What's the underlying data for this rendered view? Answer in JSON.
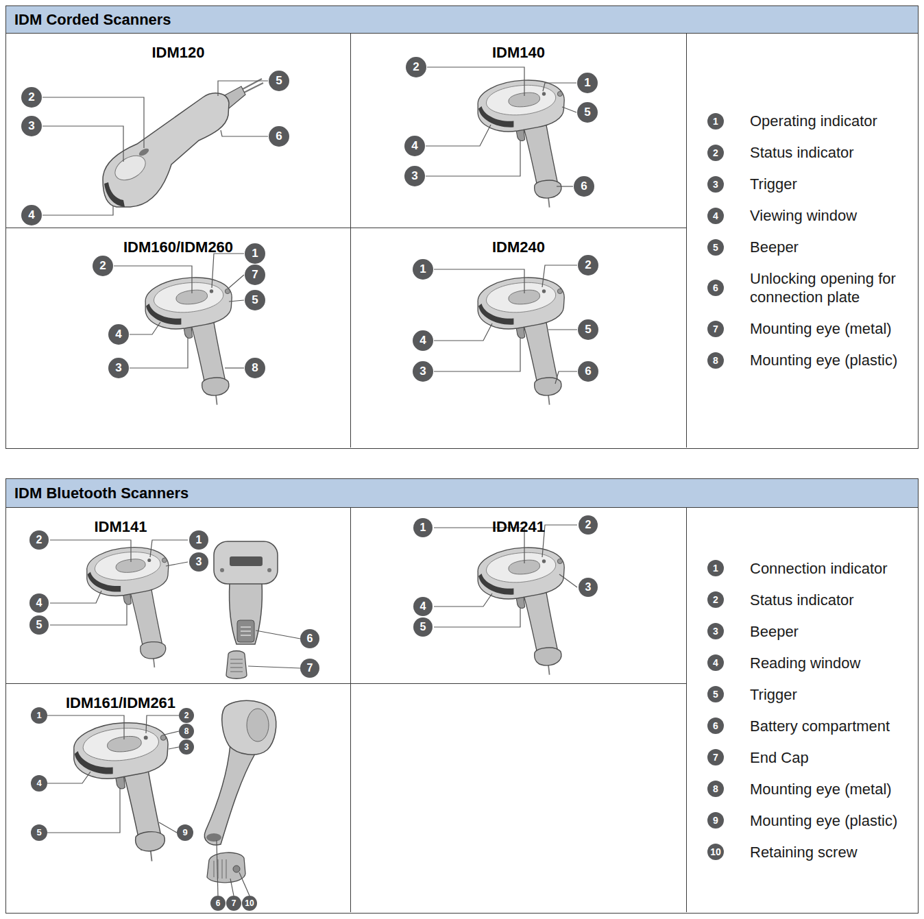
{
  "diagram": {
    "nodes": [
      {
        "text": [
          "IDM Corded Scanners"
        ]
      },
      {
        "text": [
          "IDM120"
        ],
        "in": 0
      },
      {
        "text": [
          "IDM140"
        ],
        "in": 0
      },
      {
        "text": [
          "IDM160/IDM260"
        ],
        "in": 0
      },
      {
        "text": [
          "IDM240"
        ],
        "in": 0
      },
      {
        "text": [
          "1",
          "Operating indicator",
          "2",
          "Status indicator",
          "3",
          "Trigger",
          "4",
          "Viewing window",
          "5",
          "Beeper",
          "6",
          "Unlocking opening for connection plate",
          "7",
          "Mounting eye (metal)",
          "8",
          "Mounting eye (plastic)"
        ],
        "in": 0
      },
      {
        "text": [
          "IDM Bluetooth Scanners"
        ]
      },
      {
        "text": [
          "IDM141"
        ],
        "in": 6
      },
      {
        "text": [
          "IDM241"
        ],
        "in": 6
      },
      {
        "text": [
          "IDM161/IDM261"
        ],
        "in": 6
      },
      {
        "text": [
          "1",
          "Connection indicator",
          "2",
          "Status indicator",
          "3",
          "Beeper",
          "4",
          "Reading window",
          "5",
          "Trigger",
          "6",
          "Battery compartment",
          "7",
          "End Cap",
          "8",
          "Mounting eye (metal)",
          "9",
          "Mounting eye (plastic)",
          "10",
          "Retaining screw"
        ],
        "in": 6
      }
    ],
    "labels": [
      "2",
      "3",
      "5",
      "6",
      "4",
      "2",
      "1",
      "5",
      "4",
      "3",
      "6",
      "2",
      "1",
      "7",
      "5",
      "4",
      "3",
      "8",
      "1",
      "2",
      "4",
      "5",
      "3",
      "6",
      "2",
      "1",
      "3",
      "4",
      "5",
      "6",
      "7",
      "1",
      "2",
      "3",
      "4",
      "5",
      "1",
      "2",
      "8",
      "3",
      "4",
      "5",
      "9",
      "6",
      "7",
      "10"
    ]
  }
}
